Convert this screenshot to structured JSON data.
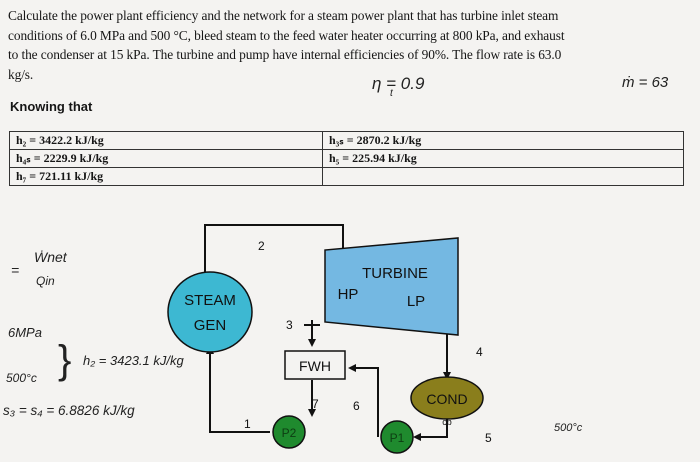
{
  "problem": {
    "line1": "Calculate the power plant efficiency and the network for a steam power plant that has turbine inlet steam",
    "line2": "conditions of 6.0 MPa and 500 °C, bleed steam to the feed water heater occurring at 800 kPa, and exhaust",
    "line3": "to the condenser at 15 kPa. The turbine and pump have internal efficiencies of 90%. The flow rate is 63.0",
    "line4": "kg/s."
  },
  "knowing_heading": "Knowing that",
  "enthalpy_table": {
    "rows": [
      [
        "h₂ = 3422.2 kJ/kg",
        "h₃ₛ = 2870.2 kJ/kg"
      ],
      [
        "h₄ₛ = 2229.9 kJ/kg",
        "h₅ = 225.94 kJ/kg"
      ],
      [
        "h₇ = 721.11 kJ/kg",
        ""
      ]
    ]
  },
  "handwritten": {
    "eta": "η  = 0.9",
    "eta_sub": "t",
    "mdot": "ṁ = 63",
    "wnet": "Ẇnet",
    "eq": "=",
    "qin": "Qin",
    "pressure": "6MPa",
    "temp": "500°c",
    "brace": "}",
    "h2": "h₂ = 3423.1 kJ/kg",
    "s3s4": "s₃ = s₄ = 6.8826 kJ/kg",
    "cond_temp": "500°c"
  },
  "diagram": {
    "steam_gen": [
      "STEAM",
      "GEN"
    ],
    "turbine": "TURBINE",
    "hp": "HP",
    "lp": "LP",
    "fwh": "FWH",
    "cond": "COND",
    "cond_sub": "cb",
    "p1": "P1",
    "p2": "P2",
    "states": [
      "1",
      "2",
      "3",
      "4",
      "5",
      "6",
      "7"
    ],
    "colors": {
      "steam_gen": "#3db8d2",
      "turbine": "#74b8e2",
      "cond": "#8a7e1c",
      "pump": "#1f8a2e"
    }
  }
}
